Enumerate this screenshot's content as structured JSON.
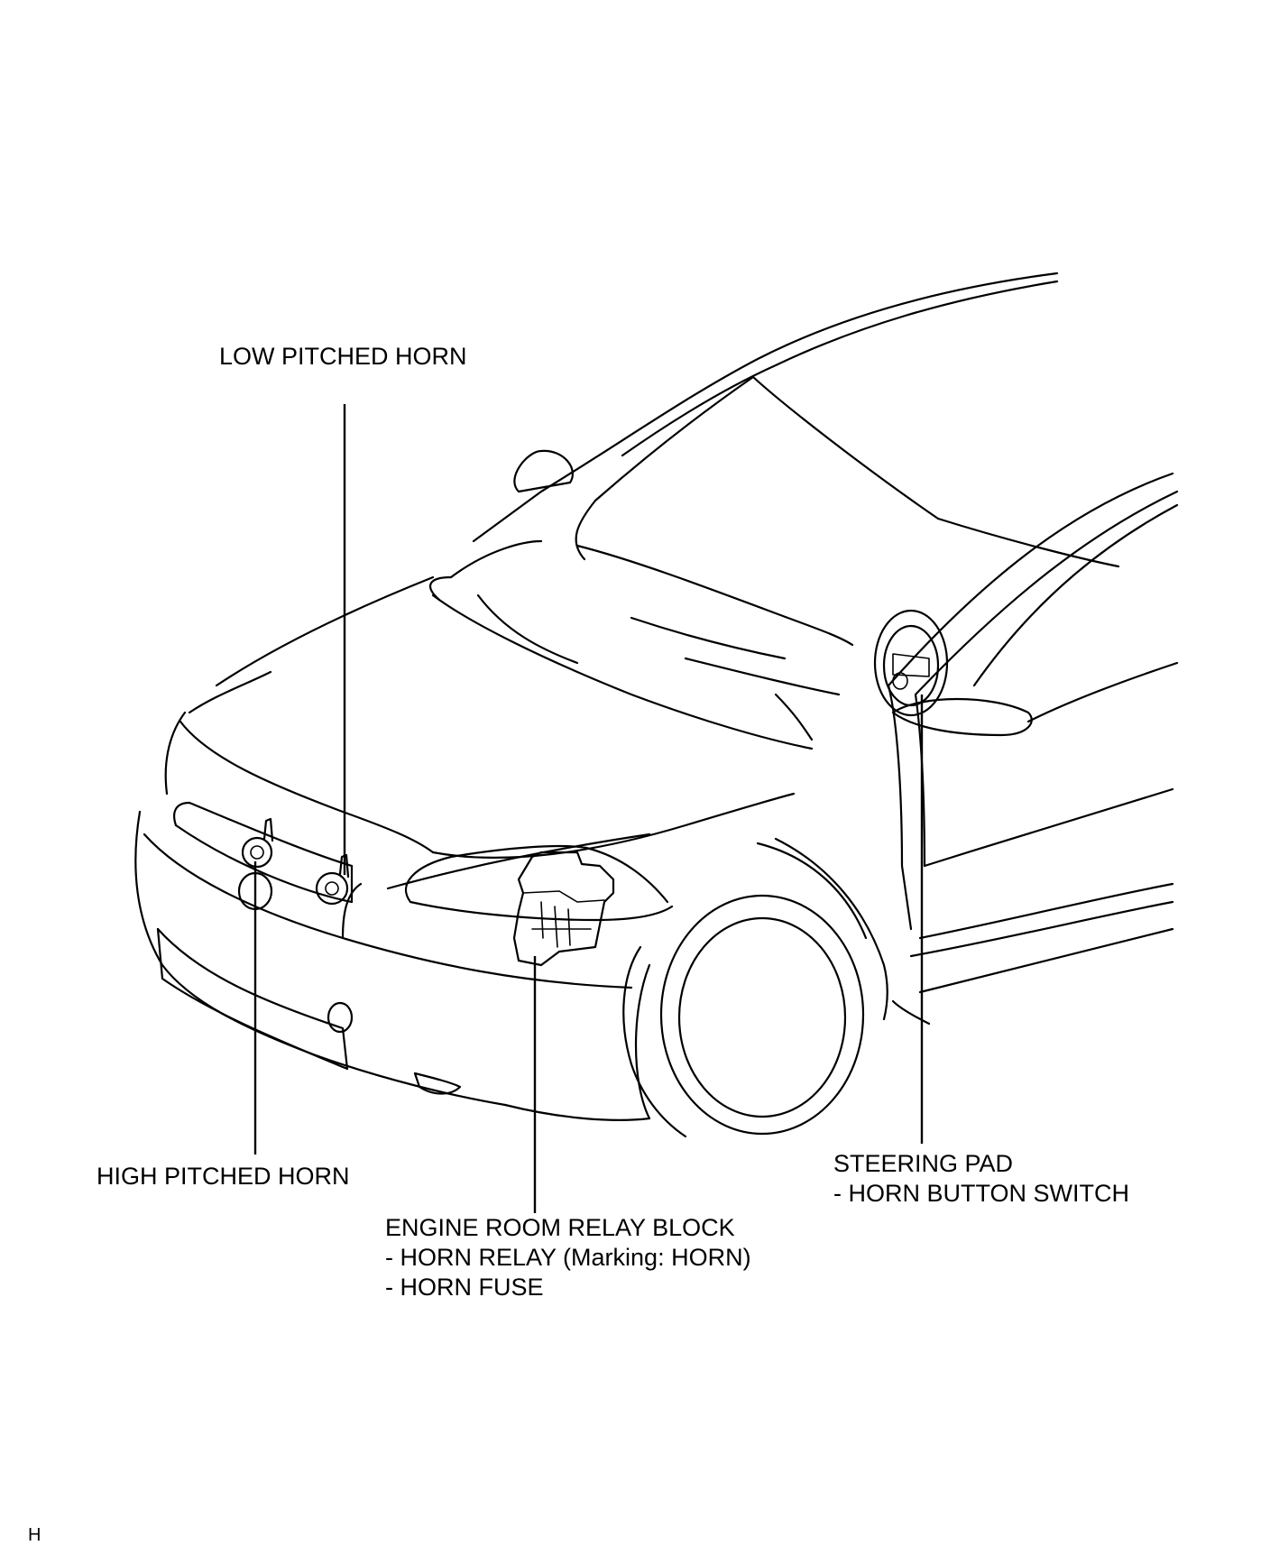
{
  "labels": {
    "low_pitched_horn": "LOW PITCHED HORN",
    "high_pitched_horn": "HIGH PITCHED HORN",
    "engine_room_relay_block": {
      "title": "ENGINE ROOM RELAY BLOCK",
      "line1": "- HORN RELAY (Marking: HORN)",
      "line2": "- HORN FUSE"
    },
    "steering_pad": {
      "title": "STEERING PAD",
      "line1": "- HORN BUTTON SWITCH"
    }
  },
  "page_code": "H"
}
